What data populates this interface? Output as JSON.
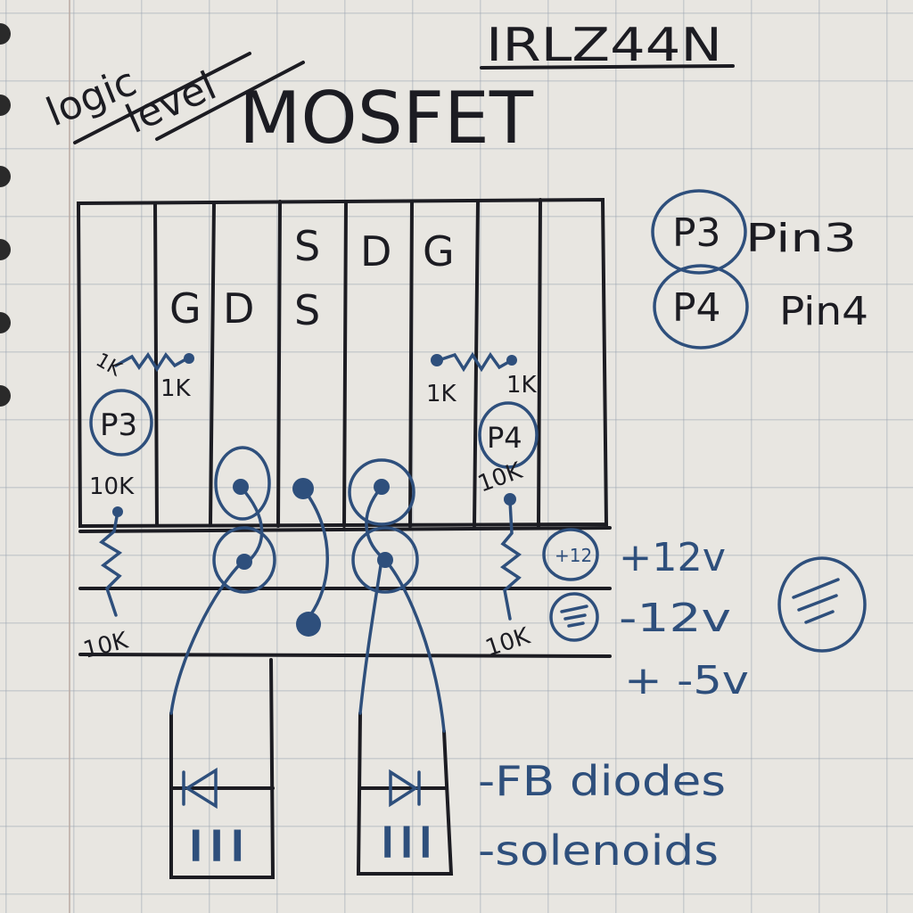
{
  "header": {
    "part_number": "IRLZ44N",
    "subtitle_word1": "logic",
    "subtitle_word2": "level",
    "title": "MOSFET"
  },
  "columns": {
    "mosfet1_pins": [
      "G",
      "D",
      "S"
    ],
    "mosfet2_pins_top": [
      "S",
      "D",
      "G"
    ],
    "mosfet2_pins_bottom": [
      "S"
    ]
  },
  "resistors": {
    "left_top_1": "1K",
    "left_top_2": "1K",
    "left_pulldown_top": "10K",
    "left_pulldown_bottom": "10K",
    "right_top_1": "1K",
    "right_top_2": "1K",
    "right_pulldown_top": "10K",
    "right_pulldown_bottom": "10K"
  },
  "pins": {
    "left_pin": "P3",
    "right_pin": "P4"
  },
  "legend": {
    "p3_symbol": "P3",
    "p3_meaning": "Pin3",
    "p4_symbol": "P4",
    "p4_meaning": "Pin4"
  },
  "rails": {
    "rail1_symbol": "+12",
    "rail1_label": "+12v",
    "rail2_label": "-12v",
    "rail3_label": "+ -5v"
  },
  "components": {
    "diodes_label": "-FB diodes",
    "solenoids_label": "-solenoids",
    "solenoid_glyph": "lll"
  },
  "colors": {
    "pencil": "#1c1c22",
    "blue_ink": "#2e4f7c",
    "paper": "#e8e6e1",
    "grid": "#a3adbb"
  }
}
